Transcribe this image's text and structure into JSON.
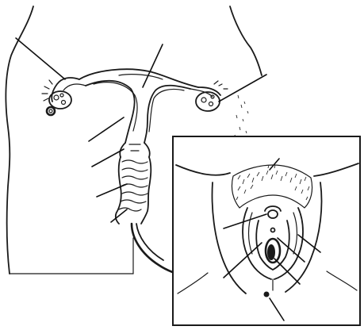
{
  "figure": {
    "type": "unlabeled anatomical line drawing",
    "colors": {
      "ink": "#1a1a1a",
      "background": "#ffffff",
      "leader": "#111111"
    },
    "main_view_leader_lines": 7,
    "inset_view_leader_lines": 7
  }
}
